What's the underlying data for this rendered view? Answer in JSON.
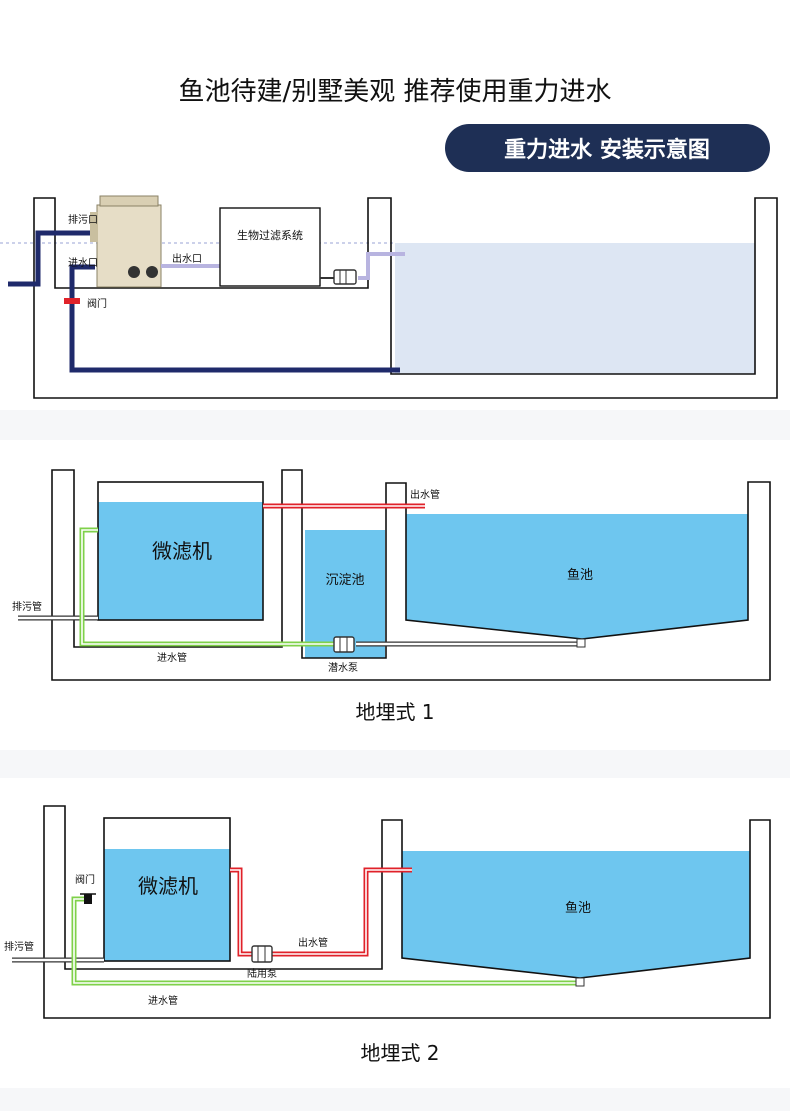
{
  "page_title": "鱼池待建/别墅美观 推荐使用重力进水",
  "badge": "重力进水 安装示意图",
  "diagram1": {
    "bio_filter": "生物过滤系统",
    "sewage_outlet": "排污口",
    "water_inlet": "进水口",
    "water_outlet": "出水口",
    "valve": "阀门"
  },
  "diagram2": {
    "micro_filter": "微滤机",
    "outlet_pipe": "出水管",
    "settling_tank": "沉淀池",
    "fish_pond": "鱼池",
    "sewage_pipe": "排污管",
    "inlet_pipe": "进水管",
    "submersible_pump": "潜水泵",
    "caption": "地埋式 1"
  },
  "diagram3": {
    "micro_filter": "微滤机",
    "valve": "阀门",
    "fish_pond": "鱼池",
    "sewage_pipe": "排污管",
    "outlet_pipe": "出水管",
    "land_pump": "陆用泵",
    "inlet_pipe": "进水管",
    "caption": "地埋式 2"
  },
  "colors": {
    "navy_pipe": "#1f2a6b",
    "red_pipe": "#e0222a",
    "green_pipe": "#7fd14a",
    "water_light": "#dde6f3",
    "water_blue": "#6ec6ef",
    "badge_bg": "#1e2f55",
    "lilac_pipe": "#b8b4e0"
  }
}
